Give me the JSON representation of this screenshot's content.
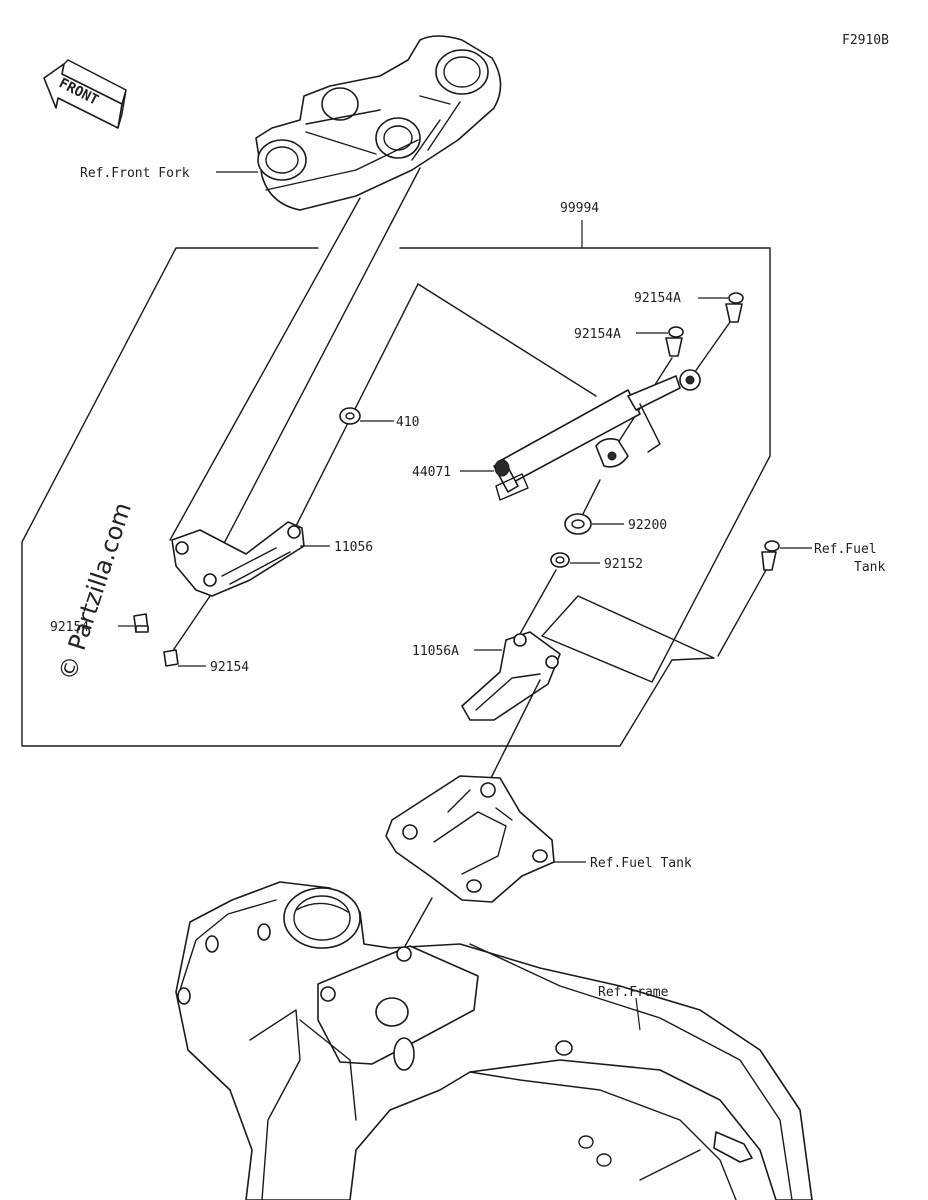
{
  "diagram_id": "F2910B",
  "front_label": "FRONT",
  "watermark": "© Partzilla.com",
  "callouts": {
    "ref_front_fork": "Ref.Front Fork",
    "assembly": "99994",
    "bolt_a_top": "92154A",
    "bolt_a_mid": "92154A",
    "washer": "410",
    "damper": "44071",
    "bracket": "11056",
    "collar": "92200",
    "washer_small": "92152",
    "bolt_left": "92154",
    "bolt_bottom": "92154",
    "bracket_a": "11056A",
    "ref_fuel_tank_right_1": "Ref.Fuel",
    "ref_fuel_tank_right_2": "Tank",
    "ref_fuel_tank": "Ref.Fuel Tank",
    "ref_frame": "Ref.Frame"
  }
}
